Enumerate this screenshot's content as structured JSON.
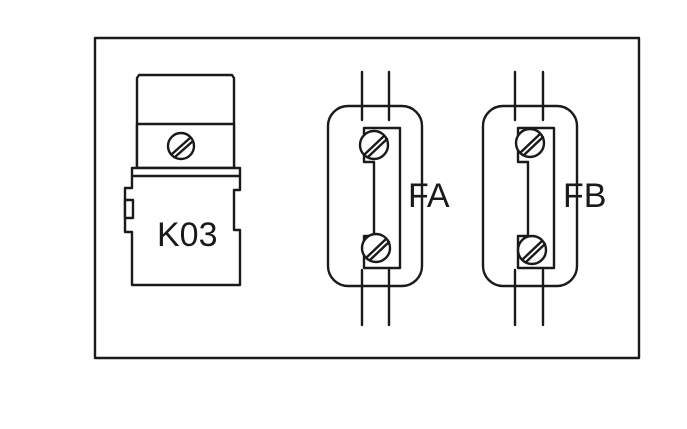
{
  "diagram": {
    "components": [
      {
        "id": "relay",
        "label": "K03"
      },
      {
        "id": "fuse_a",
        "label": "FA"
      },
      {
        "id": "fuse_b",
        "label": "FB"
      }
    ]
  }
}
